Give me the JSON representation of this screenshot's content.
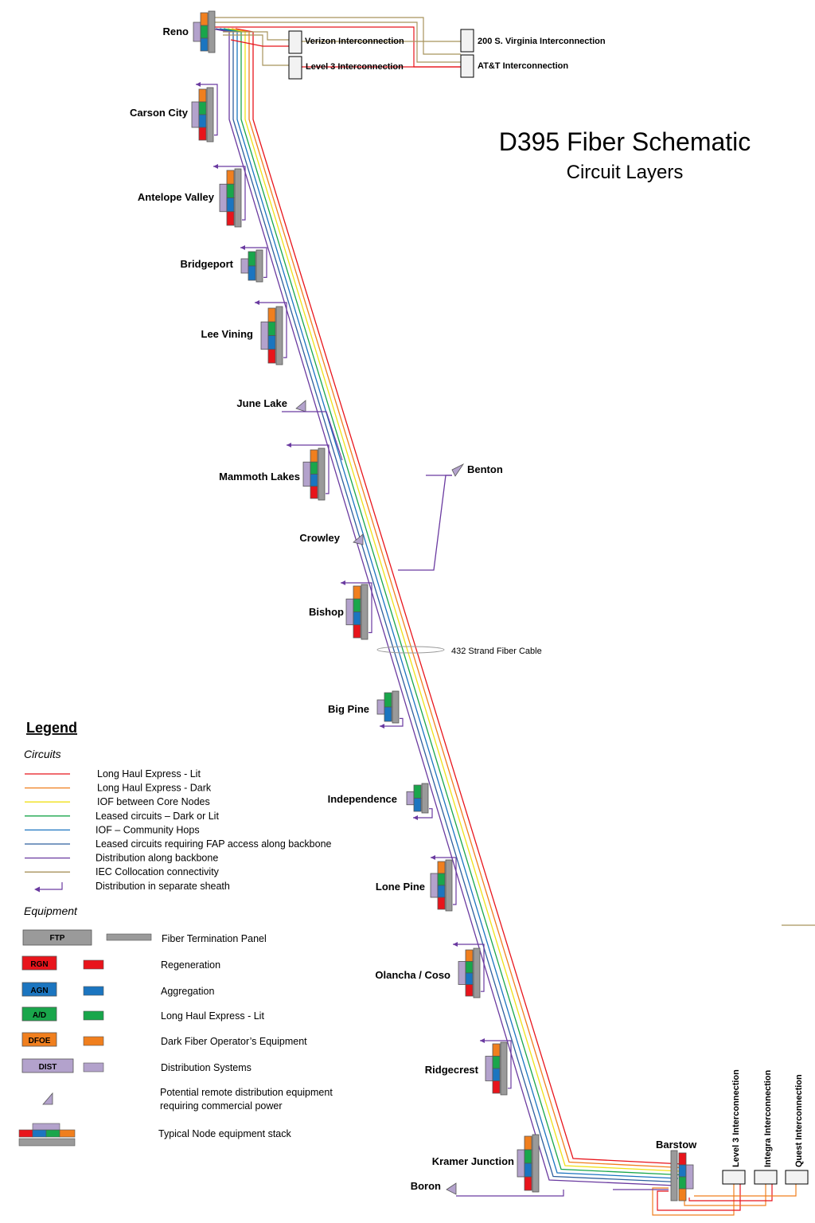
{
  "title": "D395 Fiber Schematic",
  "subtitle": "Circuit Layers",
  "cable_label": "432 Strand Fiber Cable",
  "colors": {
    "red": "#e8141b",
    "orange": "#f07f1e",
    "yellow": "#f0e019",
    "green": "#19a64b",
    "blue": "#1b75c0",
    "steel": "#2e5f9e",
    "purple": "#6a3aa0",
    "olive": "#a8935c",
    "gray": "#9a9a9a",
    "lavender": "#b3a2cc"
  },
  "nodes": [
    {
      "name": "Reno"
    },
    {
      "name": "Carson City"
    },
    {
      "name": "Antelope Valley"
    },
    {
      "name": "Bridgeport"
    },
    {
      "name": "Lee Vining"
    },
    {
      "name": "June Lake"
    },
    {
      "name": "Mammoth Lakes"
    },
    {
      "name": "Benton"
    },
    {
      "name": "Crowley"
    },
    {
      "name": "Bishop"
    },
    {
      "name": "Big Pine"
    },
    {
      "name": "Independence"
    },
    {
      "name": "Lone Pine"
    },
    {
      "name": "Olancha / Coso"
    },
    {
      "name": "Ridgecrest"
    },
    {
      "name": "Kramer Junction"
    },
    {
      "name": "Boron"
    },
    {
      "name": "Barstow"
    }
  ],
  "interconnections_top": [
    {
      "name": "Verizon Interconnection"
    },
    {
      "name": "Level 3 Interconnection"
    },
    {
      "name": "200 S. Virginia Interconnection"
    },
    {
      "name": "AT&T Interconnection"
    }
  ],
  "interconnections_bottom": [
    {
      "name": "Level 3 Interconnection"
    },
    {
      "name": "Integra Interconnection"
    },
    {
      "name": "Quest Interconnection"
    }
  ],
  "legend": {
    "heading": "Legend",
    "circuits_heading": "Circuits",
    "circuits": [
      {
        "label": "Long Haul Express - Lit",
        "color": "#e8141b"
      },
      {
        "label": "Long Haul Express - Dark",
        "color": "#f07f1e"
      },
      {
        "label": "IOF between Core Nodes",
        "color": "#f0e019"
      },
      {
        "label": "Leased circuits – Dark or Lit",
        "color": "#19a64b"
      },
      {
        "label": "IOF – Community Hops",
        "color": "#1b75c0"
      },
      {
        "label": "Leased circuits requiring FAP access along backbone",
        "color": "#2e5f9e"
      },
      {
        "label": "Distribution along backbone",
        "color": "#6a3aa0"
      },
      {
        "label": "IEC Collocation connectivity",
        "color": "#a8935c"
      },
      {
        "label": "Distribution in separate sheath",
        "color": "#6a3aa0"
      }
    ],
    "equipment_heading": "Equipment",
    "equipment": [
      {
        "code": "FTP",
        "label": "Fiber Termination Panel",
        "color": "#9a9a9a"
      },
      {
        "code": "RGN",
        "label": "Regeneration",
        "color": "#e8141b"
      },
      {
        "code": "AGN",
        "label": "Aggregation",
        "color": "#1b75c0"
      },
      {
        "code": "A/D",
        "label": "Long Haul Express - Lit",
        "color": "#19a64b"
      },
      {
        "code": "DFOE",
        "label": "Dark Fiber Operator’s Equipment",
        "color": "#f07f1e"
      },
      {
        "code": "DIST",
        "label": "Distribution Systems",
        "color": "#b3a2cc"
      }
    ],
    "remote_label_1": "Potential remote distribution equipment",
    "remote_label_2": "requiring commercial power",
    "stack_label": "Typical Node equipment stack"
  }
}
